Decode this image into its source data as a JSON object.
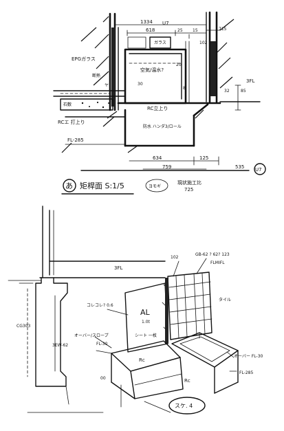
{
  "detail_a": {
    "dims": {
      "d1334": "1334",
      "d618": "618",
      "d25": "25",
      "d15": "15",
      "d715": "715",
      "d102": "102",
      "d20": "20",
      "d32": "32",
      "d85": "85",
      "d8": "8",
      "d634": "634",
      "d125": "125",
      "d759": "759",
      "d535": "535",
      "d725": "725",
      "d30": "30"
    },
    "labels": {
      "epg_glass": "EPGガラス",
      "insulation": "断熱",
      "ku": "ヤ",
      "glass_note": "ガラス",
      "void_space": "空気/温水?",
      "stone": "石敷",
      "rc_finish_left": "RCエ 打上り",
      "rc_finish_center": "RC立上り",
      "protect_note": "防水 ハンダ3/ロール",
      "fl_285": "FL-285",
      "fl_3": "3FL",
      "u7_top": "U7",
      "u7_right": "U7",
      "existing_note": "現状施工比",
      "moss": "ヨモギ",
      "title_circle": "あ",
      "title_text": "矩桿面 S:1/5"
    }
  },
  "detail_b": {
    "labels": {
      "fl_3": "3FL",
      "cg_303": "CG303",
      "dim_3": "3EW-62",
      "gb": "GB-62 ? 62? 123",
      "d102": "102",
      "label_a": "FLMIFL",
      "label_b": "タイル",
      "panel_al": "AL",
      "panel_sub": "1.0t",
      "note_left": "コレコレ? 0.6",
      "sheet_note": "シート 一枚",
      "slope_left": "オーバー/スロープ",
      "fl30_left": "FL-30",
      "rc_left": "Rc",
      "rc_center": "Rc",
      "d00": "00",
      "fl30_right": "オーバー FL-30",
      "fl285_right": "FL-285",
      "title": "スケ. 4"
    }
  }
}
